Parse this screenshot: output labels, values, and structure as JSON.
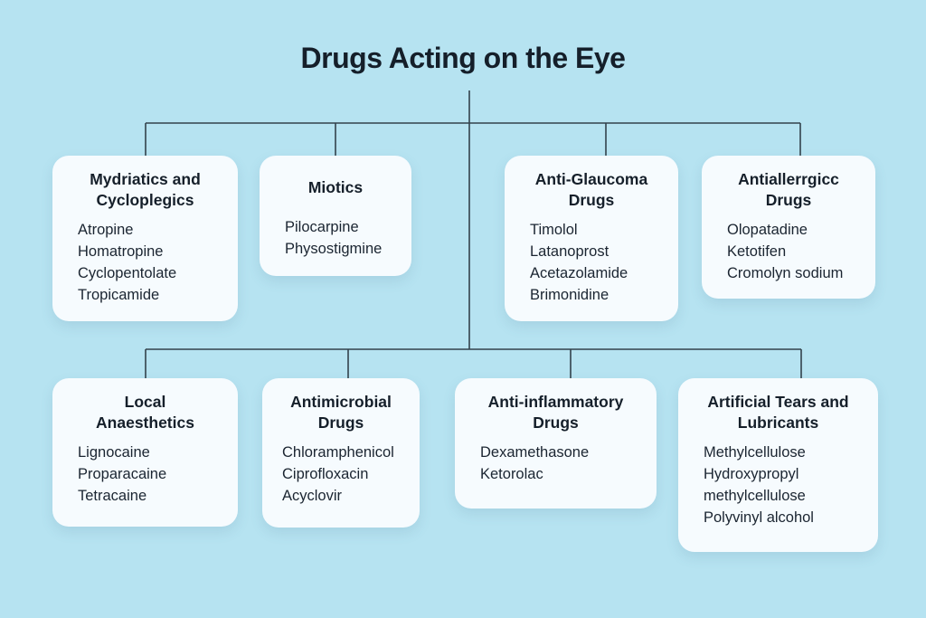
{
  "title": "Drugs Acting on the Eye",
  "colors": {
    "bg": "#b6e3f1",
    "box": "#f6fbfe",
    "text": "#1b2531",
    "heading": "#151f2a",
    "line": "#33424c"
  },
  "boxes": [
    {
      "title": "Mydriatics and Cycloplegics",
      "items": [
        "Atropine",
        "Homatropine",
        "Cyclopentolate",
        "Tropicamide"
      ]
    },
    {
      "title": "Miotics",
      "items": [
        "Pilocarpine",
        "Physostigmine"
      ]
    },
    {
      "title": "Anti-Glaucoma Drugs",
      "items": [
        "Timolol",
        "Latanoprost",
        "Acetazolamide",
        "Brimonidine"
      ]
    },
    {
      "title": "Antiallerrgicc Drugs",
      "items": [
        "Olopatadine",
        "Ketotifen",
        "Cromolyn sodium"
      ]
    },
    {
      "title": "Local Anaesthetics",
      "items": [
        "Lignocaine",
        "Proparacaine",
        "Tetracaine"
      ]
    },
    {
      "title": "Antimicrobial Drugs",
      "items": [
        "Chloramphenicol",
        "Ciprofloxacin",
        "Acyclovir"
      ]
    },
    {
      "title": "Anti-inflammatory Drugs",
      "items": [
        "Dexamethasone",
        "Ketorolac"
      ]
    },
    {
      "title": "Artificial Tears and Lubricants",
      "items": [
        "Methylcellulose",
        "Hydroxypropyl methylcellulose",
        "Polyvinyl alcohol"
      ]
    }
  ]
}
